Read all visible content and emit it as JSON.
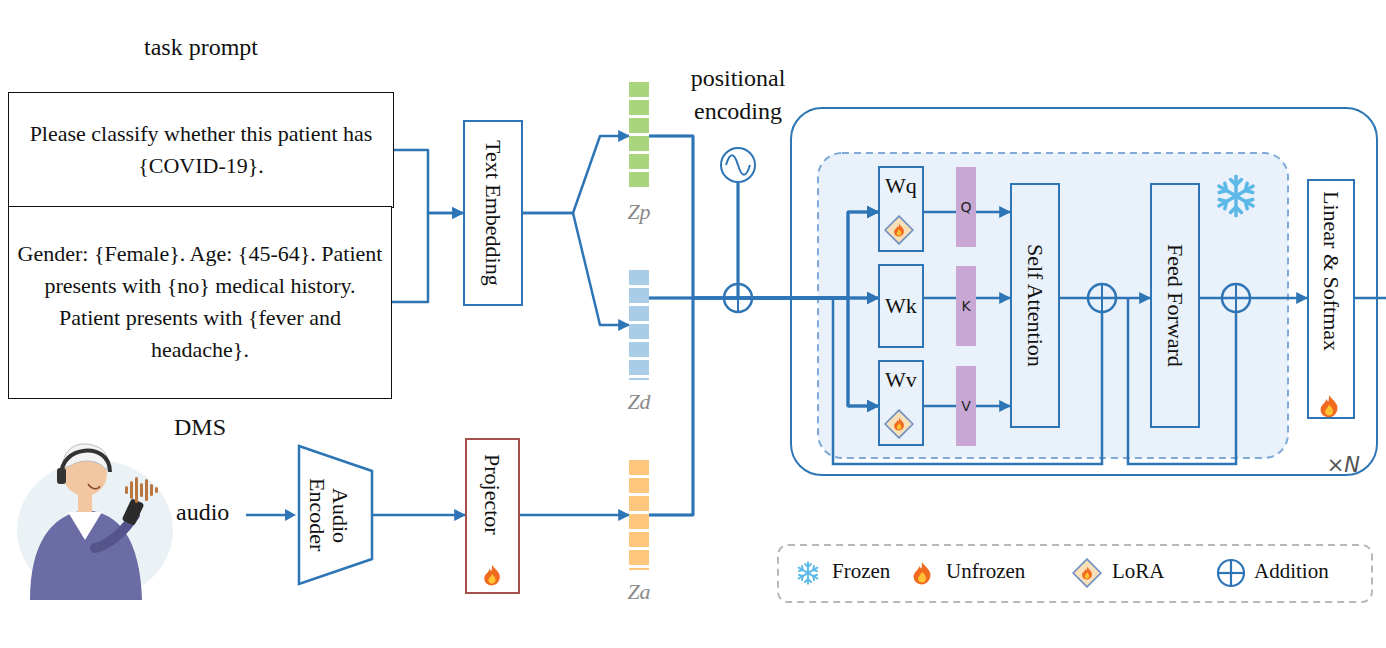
{
  "diagram": {
    "nodes": [
      {
        "text": [
          "task prompt",
          "Please classify whether this patient has {COVID-19}."
        ]
      },
      {
        "text": [
          "Gender: {Female}. Age: {45-64}. Patient presents with {no} medical history. Patient presents with {fever and headache}.",
          "DMS"
        ]
      },
      {
        "text": [
          "Text Embedding"
        ]
      },
      {
        "text": [
          "Zp"
        ]
      },
      {
        "text": [
          "Zd"
        ]
      },
      {
        "text": [
          "Audio Encoder"
        ]
      },
      {
        "text": [
          "Projector"
        ]
      },
      {
        "text": [
          "Za"
        ]
      },
      {
        "text": [
          "positional encoding"
        ]
      },
      {
        "text": [
          "×N"
        ]
      },
      {
        "text": [
          "Wq"
        ],
        "in": 9
      },
      {
        "text": [
          "Wk"
        ],
        "in": 9
      },
      {
        "text": [
          "Wv"
        ],
        "in": 9
      },
      {
        "text": [
          "Q"
        ],
        "in": 9
      },
      {
        "text": [
          "K"
        ],
        "in": 9
      },
      {
        "text": [
          "V"
        ],
        "in": 9
      },
      {
        "text": [
          "Self Attention"
        ],
        "in": 9
      },
      {
        "text": [
          "Feed Forward"
        ],
        "in": 9
      },
      {
        "text": [
          "Linear & Softmax"
        ],
        "in": 9
      }
    ],
    "edges": [
      {
        "from": 0,
        "to": 2,
        "arrow": "to"
      },
      {
        "from": 1,
        "to": 2,
        "arrow": "to"
      },
      {
        "from": 2,
        "to": 3,
        "arrow": "to"
      },
      {
        "from": 2,
        "to": 4,
        "arrow": "to"
      },
      {
        "from": 5,
        "to": 6,
        "arrow": "to"
      },
      {
        "from": 6,
        "to": 7,
        "arrow": "to"
      },
      {
        "from": 3,
        "to": 10,
        "arrow": "to"
      },
      {
        "from": 3,
        "to": 11,
        "arrow": "to"
      },
      {
        "from": 3,
        "to": 12,
        "arrow": "to"
      },
      {
        "from": 4,
        "to": 10,
        "arrow": "to"
      },
      {
        "from": 4,
        "to": 11,
        "arrow": "to"
      },
      {
        "from": 4,
        "to": 12,
        "arrow": "to"
      },
      {
        "from": 7,
        "to": 10,
        "arrow": "to"
      },
      {
        "from": 7,
        "to": 11,
        "arrow": "to"
      },
      {
        "from": 7,
        "to": 12,
        "arrow": "to"
      },
      {
        "from": 8,
        "to": 10,
        "arrow": "to"
      },
      {
        "from": 8,
        "to": 11,
        "arrow": "to"
      },
      {
        "from": 8,
        "to": 12,
        "arrow": "to"
      },
      {
        "from": 10,
        "to": 13,
        "arrow": "none"
      },
      {
        "from": 11,
        "to": 14,
        "arrow": "none"
      },
      {
        "from": 12,
        "to": 15,
        "arrow": "none"
      },
      {
        "from": 13,
        "to": 16,
        "arrow": "to"
      },
      {
        "from": 14,
        "to": 16,
        "arrow": "to"
      },
      {
        "from": 15,
        "to": 16,
        "arrow": "to"
      },
      {
        "from": 16,
        "to": 17,
        "arrow": "to"
      },
      {
        "from": 17,
        "to": 18,
        "arrow": "to"
      }
    ],
    "labels": [
      "audio"
    ],
    "legend": [
      {
        "text": "Frozen"
      },
      {
        "text": "Unfrozen"
      },
      {
        "text": "LoRA"
      },
      {
        "text": "Addition"
      }
    ]
  }
}
